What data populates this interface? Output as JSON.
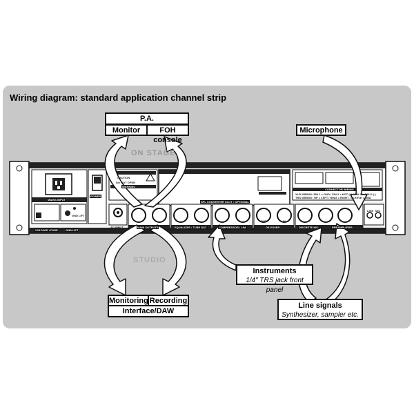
{
  "title": "Wiring diagram: standard application channel strip",
  "zones": {
    "on_stage": "ON STAGE",
    "studio": "STUDIO"
  },
  "pa": {
    "title": "P.A.",
    "monitor": "Monitor",
    "foh": "FOH console"
  },
  "microphone": "Microphone",
  "studio_box": {
    "monitoring": "Monitoring",
    "recording": "Recording",
    "interface": "Interface/DAW"
  },
  "instruments": {
    "title": "Instruments",
    "sub": "1/4\" TRS jack front panel"
  },
  "line_signals": {
    "title": "Line signals",
    "sub": "Synthesizer, sampler etc."
  },
  "device": {
    "mains_input": "MAINS INPUT",
    "voltage_fuse": "VOLTAGE / FUSE",
    "gnd_lift": "GND LIFT",
    "power": "POWER",
    "ad_input": "AD INPUT",
    "main_outputs": "MAIN OUTPUTS",
    "equalizer": "EQUALIZER / TUBE SAT.",
    "compressor": "COMPRESSOR / LIM.",
    "deesser": "DE-ESSER",
    "discrete_mic": "DISCRETE MIC",
    "preamplifier": "PREAMPLIFIER",
    "converter_slot": "SPL CONVERTER SLOT • OPTIONAL",
    "connector_wiring": "CONNECTOR WIRING",
    "xlr_wiring": "XLR WIRING: PIN 1 = GND / PIN 2 = HOT (+) / PIN 3 = COLD (-)",
    "trs_wiring": "TRS WIRING: TIP = LEFT / RING = RIGHT / SLEEVE = GND",
    "caution": "CAUTION",
    "warning": "WARNING",
    "do_not_open": "DO NOT OPEN",
    "in": "IN",
    "out": "OUT",
    "line": "LINE",
    "mic": "MIC"
  }
}
